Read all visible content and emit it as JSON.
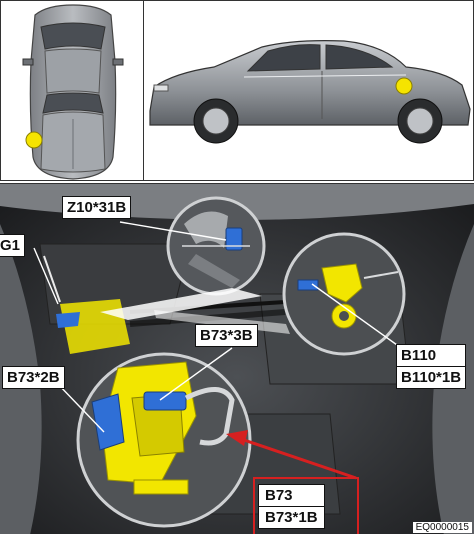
{
  "labels": {
    "g1": "G1",
    "z10_31b": "Z10*31B",
    "b73_3b": "B73*3B",
    "b73_2b": "B73*2B",
    "b110": "B110",
    "b110_1b": "B110*1B",
    "b73": "B73",
    "b73_1b": "B73*1B"
  },
  "figure_id": "EQ0000015",
  "colors": {
    "highlight_yellow": "#f2e600",
    "connector_blue": "#2f6fd6",
    "arrow_red": "#d62020",
    "location_dot": "#f5e400"
  }
}
